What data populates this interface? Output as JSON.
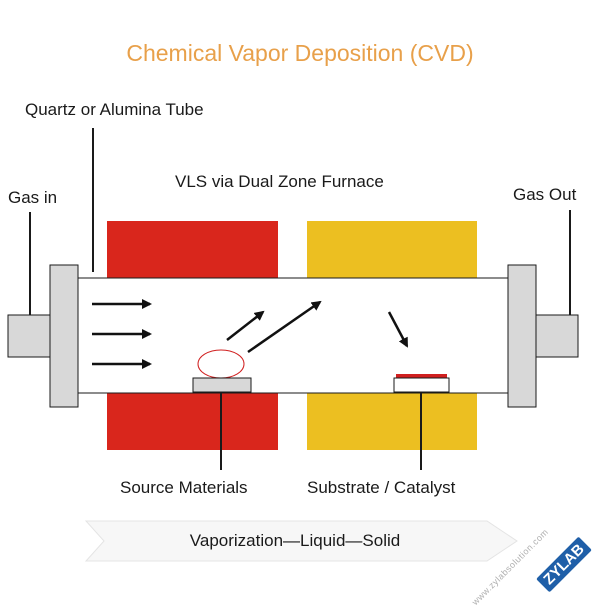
{
  "title": "Chemical Vapor Deposition (CVD)",
  "labels": {
    "tube": "Quartz or Alumina Tube",
    "furnace": "VLS via Dual Zone Furnace",
    "gas_in": "Gas in",
    "gas_out": "Gas Out",
    "source": "Source Materials",
    "substrate": "Substrate / Catalyst",
    "process": "Vaporization—Liquid—Solid"
  },
  "watermark": {
    "url": "www.zylabsolution.com",
    "logo": "ZYLAB"
  },
  "colors": {
    "title": "#e8a04a",
    "zone_hot": "#d9261c",
    "zone_warm": "#ecbf21",
    "catalyst": "#d01f1f",
    "flange": "#d8d8d8",
    "outline": "#1a1a1a"
  }
}
